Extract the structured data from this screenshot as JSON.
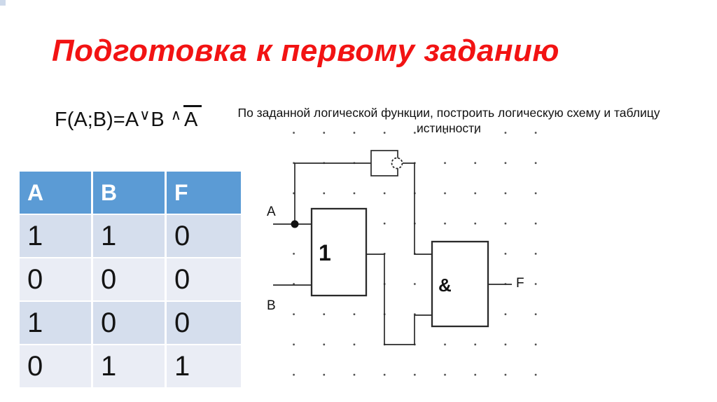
{
  "slide": {
    "title": "Подготовка к первому заданию",
    "formula": {
      "prefix": "F(A;B)=A",
      "or_op": "∨",
      "mid": "B",
      "and_op": "∧",
      "negated": "A"
    },
    "task_line1": "По заданной логической функции, построить логическую схему и таблицу",
    "task_line2": "истинности"
  },
  "truth_table": {
    "headers": [
      "A",
      "B",
      "F"
    ],
    "rows": [
      [
        "1",
        "1",
        "0"
      ],
      [
        "0",
        "0",
        "0"
      ],
      [
        "1",
        "0",
        "0"
      ],
      [
        "0",
        "1",
        "1"
      ]
    ]
  },
  "circuit": {
    "input_a": "A",
    "input_b": "B",
    "output_f": "F",
    "or_label": "1",
    "and_label": "&",
    "not_gate_icon": "inverter-bubble"
  },
  "colors": {
    "title_red": "#f21313",
    "table_header_blue": "#5b9bd5",
    "row_band_dark": "#d5deed",
    "row_band_light": "#eaedf5"
  }
}
